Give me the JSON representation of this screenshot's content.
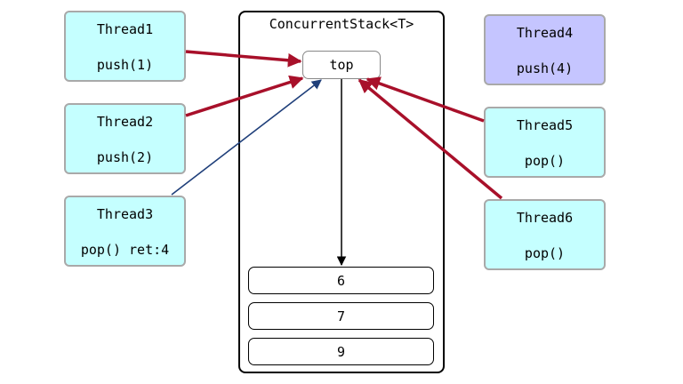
{
  "stack": {
    "title": "ConcurrentStack<T>",
    "top_label": "top",
    "nodes": [
      "6",
      "7",
      "9"
    ]
  },
  "threads": [
    {
      "name": "Thread1",
      "op": "push(1)",
      "color": "#c5ffff"
    },
    {
      "name": "Thread2",
      "op": "push(2)",
      "color": "#c5ffff"
    },
    {
      "name": "Thread3",
      "op": "pop() ret:4",
      "color": "#c5ffff"
    },
    {
      "name": "Thread4",
      "op": "push(4)",
      "color": "#c5c5ff"
    },
    {
      "name": "Thread5",
      "op": "pop()",
      "color": "#c5ffff"
    },
    {
      "name": "Thread6",
      "op": "pop()",
      "color": "#c5ffff"
    }
  ],
  "colors": {
    "contending_arrow": "#a8102a",
    "success_arrow": "#1f3f7a",
    "pointer_arrow": "#000000"
  }
}
